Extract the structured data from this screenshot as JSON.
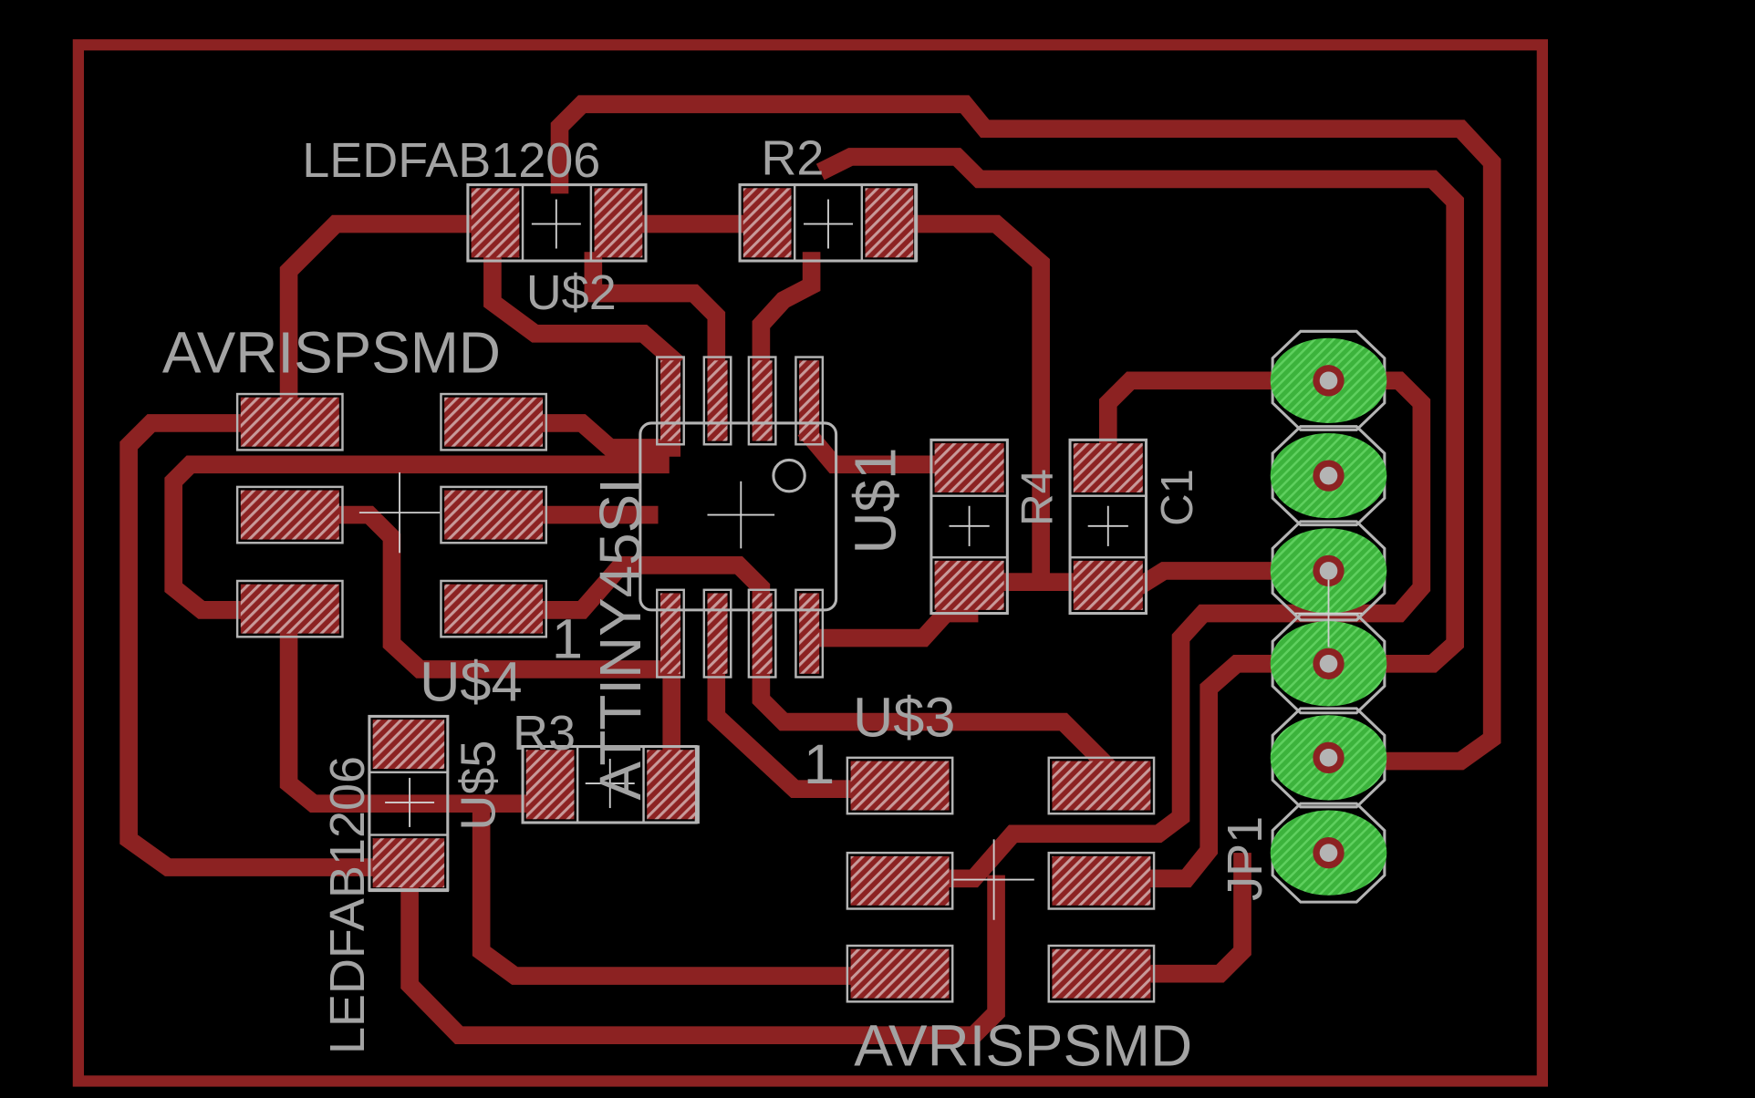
{
  "colors": {
    "background": "#000000",
    "trace": "#8c2222",
    "silkscreen": "#a3a3a3",
    "through_hole_pad": "#3cb33c"
  },
  "labels": {
    "led_top_value": "LEDFAB1206",
    "r2": "R2",
    "u2": "U$2",
    "avrisp_top_value": "AVRISPSMD",
    "ic_value": "ATTINY45SI",
    "u1": "U$1",
    "r4": "R4",
    "c1": "C1",
    "pin1_ic": "1",
    "u4": "U$4",
    "r3": "R3",
    "u3": "U$3",
    "pin1_isp": "1",
    "led_left_value": "LEDFAB1206",
    "u5": "U$5",
    "jp1": "JP1",
    "avrisp_bottom_value": "AVRISPSMD"
  }
}
